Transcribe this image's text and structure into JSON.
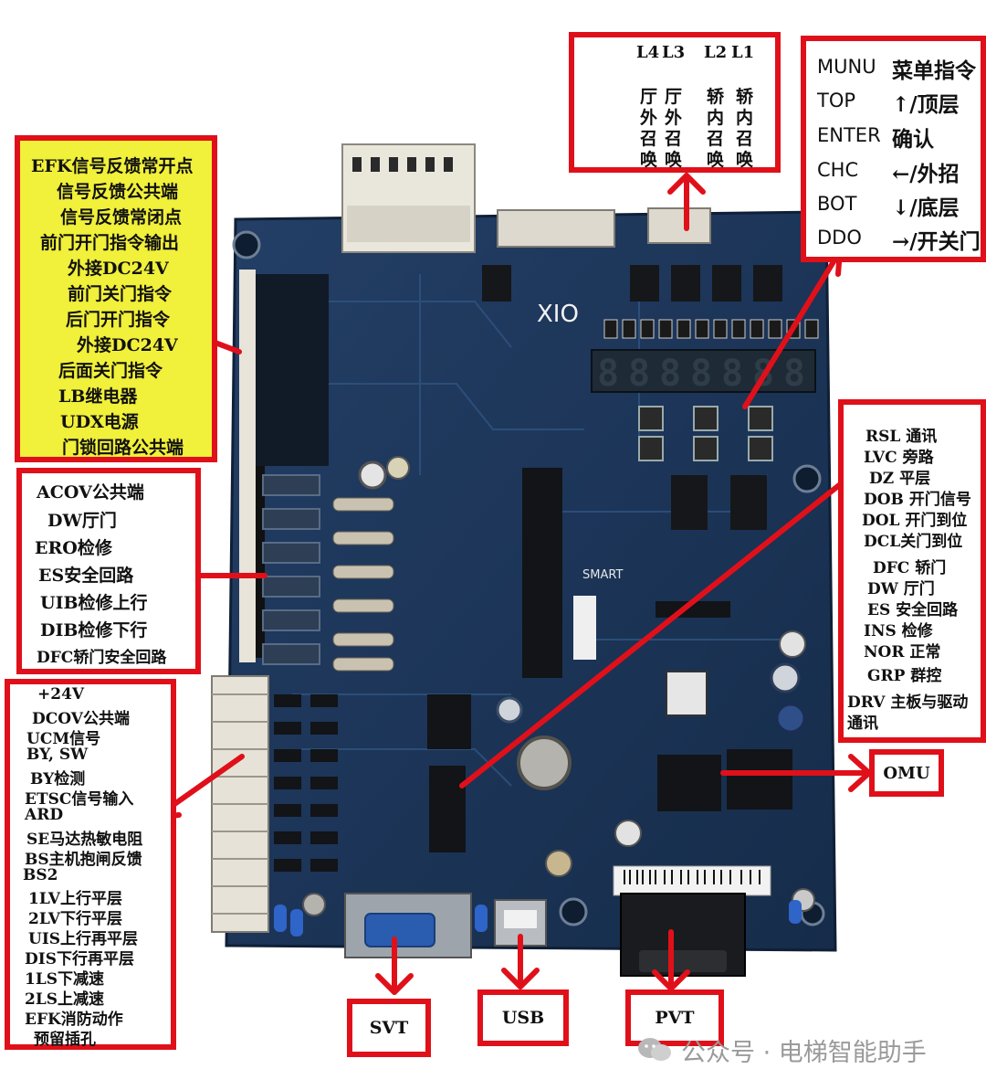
{
  "board_text": {
    "model": "XIO",
    "brand": "SMART"
  },
  "panels": {
    "left_top": {
      "lines": [
        "EFK信号反馈常开点",
        "信号反馈公共端",
        "信号反馈常闭点",
        "前门开门指令输出",
        "外接DC24V",
        "前门关门指令",
        "后门开门指令",
        "外接DC24V",
        "后面关门指令",
        "LB继电器",
        "UDX电源",
        "门锁回路公共端"
      ]
    },
    "left_mid": {
      "lines": [
        "ACOV公共端",
        "DW厅门",
        "ERO检修",
        "ES安全回路",
        "UIB检修上行",
        "DIB检修下行",
        "DFC轿门安全回路"
      ]
    },
    "left_bottom": {
      "lines": [
        "+24V",
        "DCOV公共端",
        "UCM信号",
        "BY, SW",
        "BY检测",
        "ETSC信号输入",
        "ARD",
        "SE马达热敏电阻",
        "BS主机抱闸反馈",
        "BS2",
        "1LV上行平层",
        "2LV下行平层",
        "UIS上行再平层",
        "DIS下行再平层",
        "1LS下减速",
        "2LS上减速",
        "EFK消防动作",
        "预留插孔"
      ]
    },
    "top_mid": {
      "headers": [
        "L4",
        "L3",
        "L2",
        "L1"
      ],
      "columns": [
        [
          "厅",
          "外",
          "召",
          "唤"
        ],
        [
          "厅",
          "外",
          "召",
          "唤"
        ],
        [
          "轿",
          "内",
          "召",
          "唤"
        ],
        [
          "轿",
          "内",
          "召",
          "唤"
        ]
      ]
    },
    "top_right": {
      "rows": [
        {
          "code": "MUNU",
          "desc": "菜单指令"
        },
        {
          "code": "TOP",
          "desc": "↑/顶层"
        },
        {
          "code": "ENTER",
          "desc": "确认"
        },
        {
          "code": "CHC",
          "desc": "←/外招"
        },
        {
          "code": "BOT",
          "desc": "↓/底层"
        },
        {
          "code": "DDO",
          "desc": "→/开关门"
        }
      ]
    },
    "right": {
      "lines": [
        "RSL 通讯",
        "LVC 旁路",
        "DZ 平层",
        "DOB 开门信号",
        "DOL 开门到位",
        "DCL关门到位",
        "DFC 轿门",
        "DW 厅门",
        "ES 安全回路",
        "INS 检修",
        "NOR 正常",
        "GRP 群控",
        "DRV 主板与驱动",
        "通讯"
      ]
    }
  },
  "labels": {
    "omu": "OMU",
    "svt": "SVT",
    "usb": "USB",
    "pvt": "PVT"
  },
  "watermark": "公众号 · 电梯智能助手",
  "colors": {
    "annotation_red": "#e0101a",
    "highlight_yellow": "#f1f03a",
    "board_blue": "#1d3556"
  }
}
